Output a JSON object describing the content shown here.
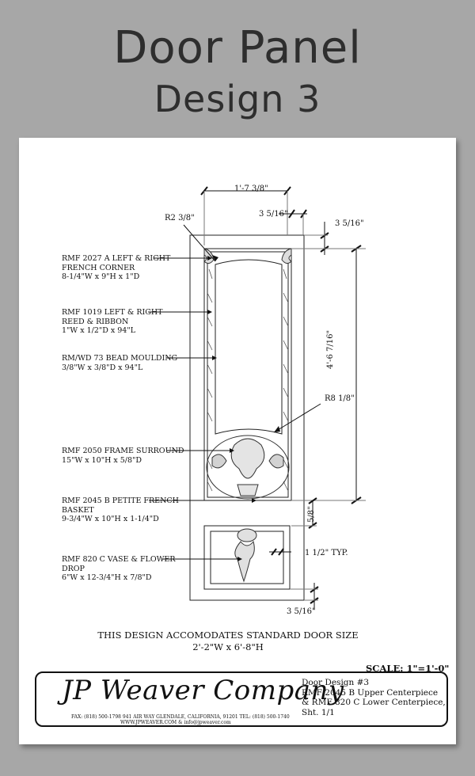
{
  "header": {
    "title_line1": "Door Panel",
    "title_line2": "Design 3"
  },
  "callouts": [
    {
      "lines": [
        "RMF 2027 A LEFT & RIGHT",
        "FRENCH CORNER",
        "8-1/4\"W x 9\"H x 1\"D"
      ]
    },
    {
      "lines": [
        "RMF 1019 LEFT & RIGHT",
        "REED & RIBBON",
        "1\"W x 1/2\"D x 94\"L"
      ]
    },
    {
      "lines": [
        "RM/WD 73 BEAD MOULDING",
        "3/8\"W x 3/8\"D x 94\"L"
      ]
    },
    {
      "lines": [
        "RMF 2050 FRAME SURROUND",
        "15\"W x 10\"H x 5/8\"D"
      ]
    },
    {
      "lines": [
        "RMF 2045 B PETITE FRENCH",
        "BASKET",
        "9-3/4\"W x 10\"H x 1-1/4\"D"
      ]
    },
    {
      "lines": [
        "RMF 820 C VASE & FLOWER",
        "DROP",
        "6\"W x 12-3/4\"H x 7/8\"D"
      ]
    }
  ],
  "dimensions": {
    "top_width": "1'-7 3/8\"",
    "radius_top": "R2 3/8\"",
    "offset_top_small": "3 5/16\"",
    "offset_right": "3 5/16\"",
    "vertical_height": "4'-6 7/16\"",
    "radius_mid": "R8 1/8\"",
    "gap": "5/8\"",
    "typ": "1 1/2\" TYP.",
    "offset_bottom": "3 5/16\""
  },
  "notes": {
    "standard_line1": "THIS DESIGN ACCOMODATES STANDARD DOOR SIZE",
    "standard_line2": "2'-2\"W x 6'-8\"H",
    "scale": "SCALE: 1\"=1'-0\""
  },
  "title_block": {
    "company": "JP Weaver Company",
    "contact_line1": "FAX: (818) 500-1798   941 AIR WAY GLENDALE, CALIFORNIA, 91201   TEL: (818) 500-1740",
    "contact_line2": "WWW.JPWEAVER.COM  & info@jpweaver.com",
    "description": [
      "Door Design #3",
      "RMF 2045 B Upper Centerpiece",
      "& RMF 820 C Lower Centerpiece,",
      "Sht. 1/1"
    ]
  }
}
